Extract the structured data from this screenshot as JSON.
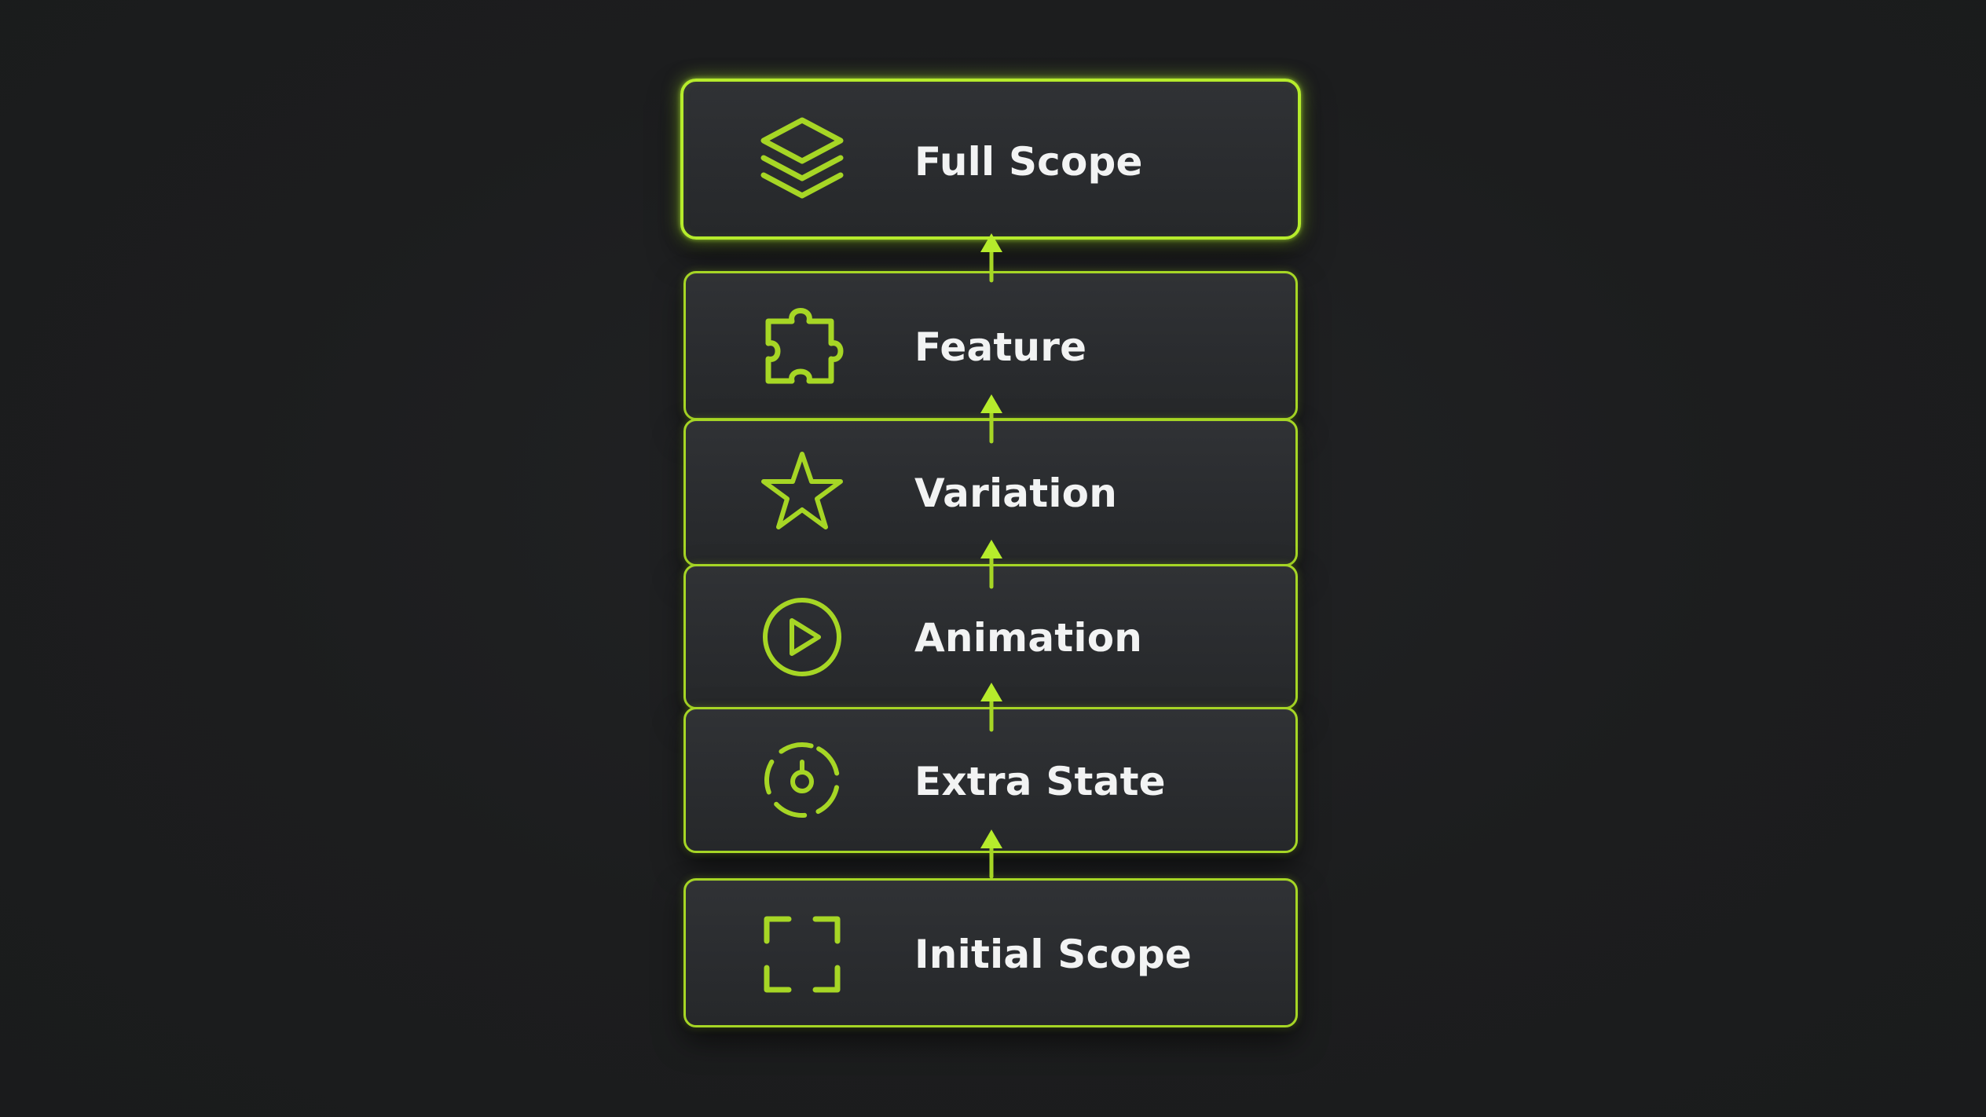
{
  "diagram": {
    "accent_color": "#a6d625",
    "background_color": "#1c1d1e",
    "layers": [
      {
        "label": "Full Scope",
        "icon": "layers-icon"
      },
      {
        "label": "Feature",
        "icon": "puzzle-icon"
      },
      {
        "label": "Variation",
        "icon": "star-icon"
      },
      {
        "label": "Animation",
        "icon": "play-circle-icon"
      },
      {
        "label": "Extra State",
        "icon": "dashed-ring-icon"
      },
      {
        "label": "Initial Scope",
        "icon": "frame-corners-icon"
      }
    ]
  }
}
